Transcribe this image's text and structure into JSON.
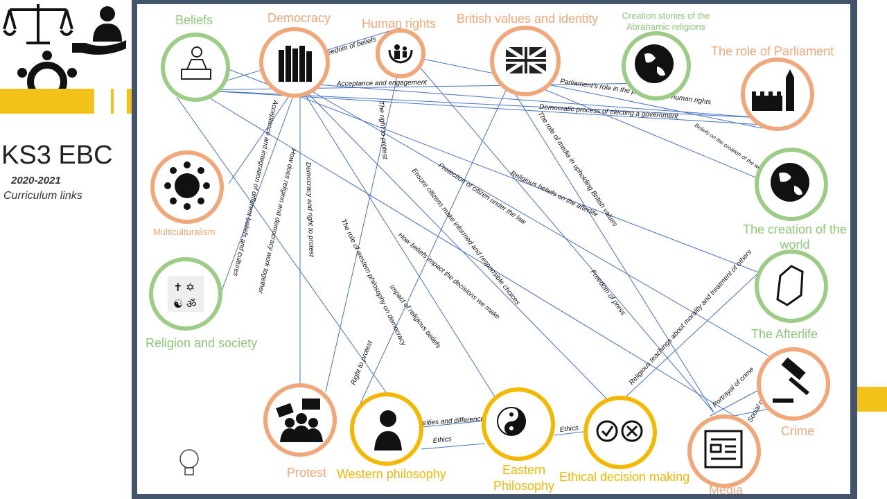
{
  "sidebar": {
    "title": "KS3 EBC",
    "year": "2020-2021",
    "subtitle": "Curriculum links"
  },
  "colors": {
    "green": "#9ccc85",
    "orange": "#f0a77a",
    "yellow": "#f5b800",
    "line": "#4472c4",
    "frame": "#44546a",
    "gold": "#f2c11a"
  },
  "nodes": {
    "beliefs": "Beliefs",
    "democracy": "Democracy",
    "human_rights": "Human rights",
    "british_values": "British values and identity",
    "creation_stories": "Creation stories of the Abrahamic religions",
    "role_parliament": "The role of Parliament",
    "multiculturalism": "Multiculturalism",
    "creation_world": "The creation of the world",
    "religion_society": "Religion and society",
    "afterlife": "The Afterlife",
    "crime": "Crime",
    "protest": "Protest",
    "western_philosophy": "Western philosophy",
    "eastern_philosophy": "Eastern Philosophy",
    "ethical_decision": "Ethical decision making",
    "media": "Media"
  },
  "links": {
    "freedom_beliefs": "Freedom of beliefs",
    "acceptance": "Acceptance and engagement",
    "parliament_hr": "Parliament’s  role in the protection of human rights",
    "democratic_process": "Democratic process of electing a government",
    "beliefs_creation": "Beliefs on the creation of the world",
    "acceptance_integration": "Acceptance and integration of different beliefs and cultures",
    "religion_democracy": "How does religion and democracy work together",
    "democracy_protest": "Democracy and right to protest",
    "right_to_protest_a": "The right to protest",
    "western_democracy": "The role of western philosophy on democracy",
    "protection_citizen": "Protection of citizen under the law",
    "informed_choices": "Ensure citizens make informed and responsible choices",
    "beliefs_afterlife": "Religious beliefs on the afterlife",
    "media_british": "The role of media in upholding British values",
    "beliefs_decisions": "How beliefs impact the decisions we make",
    "impact_religious": "Impact of religious beliefs",
    "right_to_protest_b": "Right to protest",
    "freedom_press": "Freedom of press",
    "religious_teachings": "Religious teachings about morality and treatment of others",
    "similarities": "Similarities and differences",
    "ethics_a": "Ethics",
    "ethics_b": "Ethics",
    "portrayal_crime": "Portrayal of crime",
    "social_media": "Social media"
  }
}
